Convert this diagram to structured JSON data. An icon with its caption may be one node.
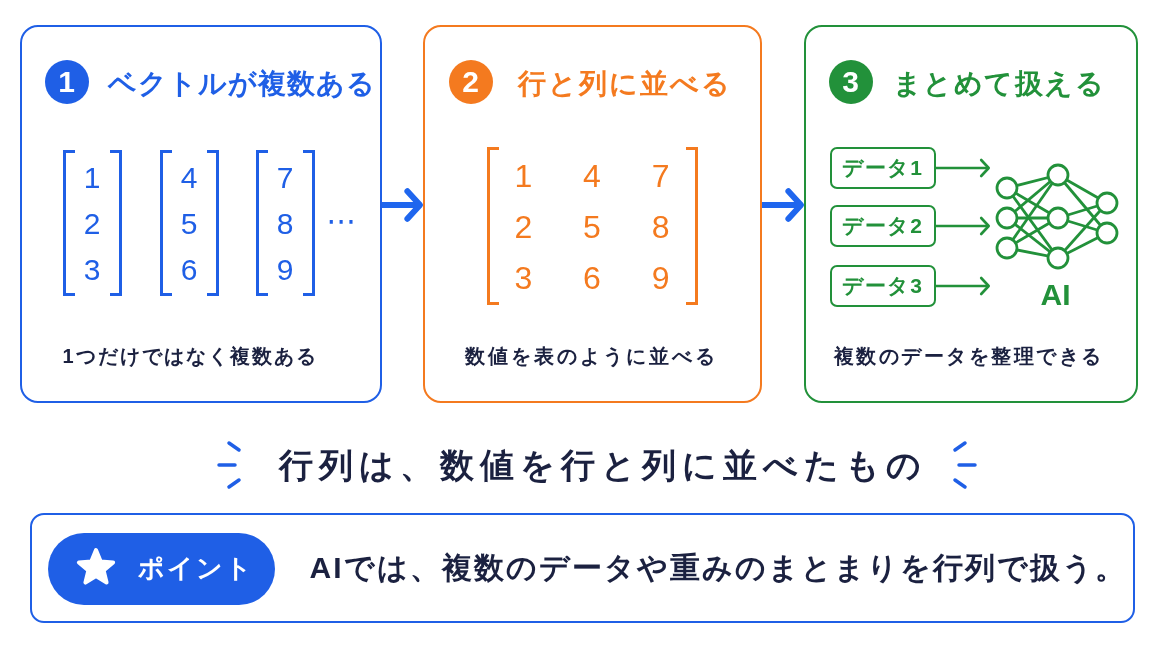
{
  "diagram": {
    "nodes": [
      {
        "text": [
          "ベクトルが複数ある",
          "⋯",
          "1つだけではなく複数ある"
        ]
      },
      {
        "text": [
          "1"
        ],
        "in": 0
      },
      {
        "text": [
          "1 2 3"
        ],
        "in": 0
      },
      {
        "text": [
          "4 5 6"
        ],
        "in": 0
      },
      {
        "text": [
          "7 8 9"
        ],
        "in": 0
      },
      {
        "text": [
          "行と列に並べる",
          "数値を表のように並べる"
        ]
      },
      {
        "text": [
          "2"
        ],
        "in": 5
      },
      {
        "text": [
          "1 4 7 2 5 8 3 6 9"
        ],
        "in": 5
      },
      {
        "text": [
          "まとめて扱える",
          "複数のデータを整理できる"
        ]
      },
      {
        "text": [
          "3"
        ],
        "in": 8
      },
      {
        "text": [
          "データ1"
        ],
        "in": 8
      },
      {
        "text": [
          "データ2"
        ],
        "in": 8
      },
      {
        "text": [
          "データ3"
        ],
        "in": 8
      },
      {
        "text": [
          "AI"
        ],
        "in": 8
      },
      {
        "text": [
          "AIでは、複数のデータや重みのまとまりを行列で扱う。"
        ]
      },
      {
        "text": [
          "ポイント"
        ],
        "in": 14
      }
    ],
    "edges": [
      {
        "from": 0,
        "to": 5,
        "arrow": "to",
        "style": "thick",
        "color": "#1f66ee"
      },
      {
        "from": 5,
        "to": 8,
        "arrow": "to",
        "style": "thick",
        "color": "#1f66ee"
      },
      {
        "from": 10,
        "to": 13,
        "arrow": "to",
        "color": "#22913a"
      },
      {
        "from": 11,
        "to": 13,
        "arrow": "to",
        "color": "#22913a"
      },
      {
        "from": 12,
        "to": 13,
        "arrow": "to",
        "color": "#22913a"
      }
    ],
    "labels": [
      "行列は、数値を行と列に並べたもの"
    ]
  }
}
